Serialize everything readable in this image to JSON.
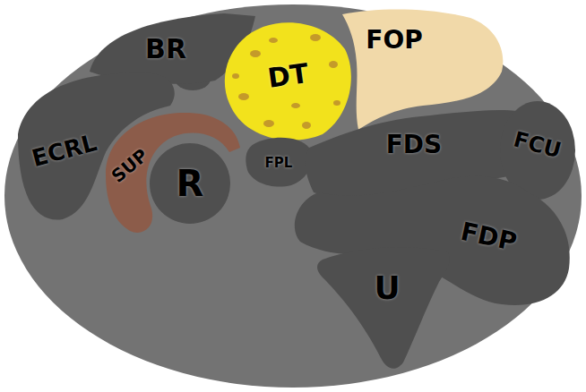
{
  "diagram": {
    "nodes": [
      {
        "text": [
          "BR"
        ]
      },
      {
        "text": [
          "DT"
        ]
      },
      {
        "text": [
          "FOP"
        ]
      },
      {
        "text": [
          "ECRL"
        ]
      },
      {
        "text": [
          "SUP"
        ]
      },
      {
        "text": [
          "R"
        ]
      },
      {
        "text": [
          "FPL"
        ]
      },
      {
        "text": [
          "FDS"
        ]
      },
      {
        "text": [
          "FCU"
        ]
      },
      {
        "text": [
          "FDP"
        ]
      },
      {
        "text": [
          "U"
        ]
      }
    ]
  }
}
